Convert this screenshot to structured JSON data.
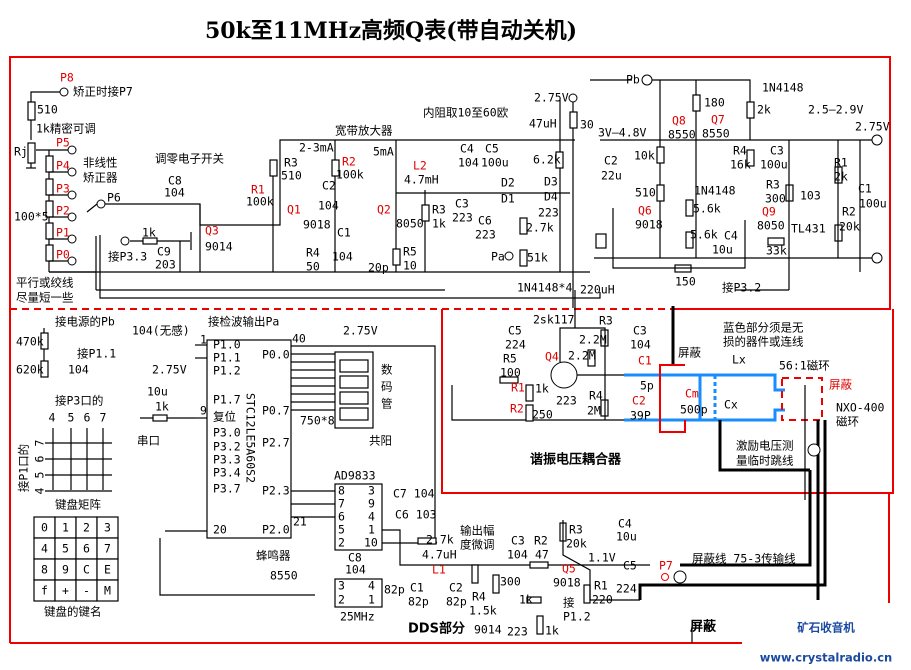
{
  "title": "50k至11MHz高频Q表(带自动关机)",
  "sections": {
    "coupler": "谐振电压耦合器",
    "dds": "DDS部分",
    "shield_bottom": "屏蔽"
  },
  "labels": {
    "p8": "P8",
    "p8_note": "矫正时接P7",
    "r510": "510",
    "rj_note": "1k精密可调",
    "rj": "Rj",
    "p5": "P5",
    "p4": "P4",
    "p3": "P3",
    "p2": "P2",
    "p1": "P1",
    "p0": "P0",
    "nonlin1": "非线性",
    "nonlin2": "矫正器",
    "r100x5": "100*5",
    "p6": "P6",
    "zero_switch": "调零电子开关",
    "c8": "C8",
    "c8v": "104",
    "r1k_a": "1k",
    "to_p33": "接P3.3",
    "c9": "C9",
    "c9v": "203",
    "q3": "Q3",
    "q3v": "9014",
    "twist1": "平行或绞线",
    "twist2": "尽量短一些",
    "r1a": "R1",
    "r1av": "100k",
    "r3a": "R3",
    "r3av": "510",
    "ma23": "2-3mA",
    "r2a": "R2",
    "r2av": "100k",
    "q1": "Q1",
    "q1v": "9018",
    "c2a": "C2",
    "c2av": "104",
    "c1a": "C1",
    "c1av": "104",
    "r4a": "R4",
    "r4av": "50",
    "wideband": "宽带放大器",
    "inner_r": "内阻取10至60欧",
    "ma5": "5mA",
    "l2": "L2",
    "l2v": "4.7mH",
    "q2": "Q2",
    "q2v": "8050",
    "r3b": "R3",
    "r3bv": "1k",
    "r5a": "R5",
    "r5av": "10",
    "c20p": "20p",
    "c3a": "C3",
    "c3av": "223",
    "c4a": "C4",
    "c4av": "104",
    "c5a": "C5",
    "c5av": "100u",
    "v275a": "2.75V",
    "l47": "47uH",
    "r30": "30",
    "r62": "6.2k",
    "d2": "D2",
    "d1": "D1",
    "d3": "D3",
    "d4": "D4",
    "c223d": "223",
    "c6a": "C6",
    "c6av": "223",
    "r27a": "2.7k",
    "pa": "Pa",
    "r51": "51k",
    "diodes": "1N4148*4",
    "l220": "220uH",
    "pb": "Pb",
    "d1n4148a": "1N4148",
    "r180": "180",
    "r2k": "2k",
    "q8": "Q8",
    "q8v": "8550",
    "q7": "Q7",
    "q7v": "8550",
    "vref": "2.5—2.9V",
    "v275out": "2.75V",
    "vbat": "3V—4.8V",
    "c2b": "C2",
    "c2bv": "22u",
    "r10k": "10k",
    "r4b": "R4",
    "r4bv": "16k",
    "c3b": "C3",
    "c3bv": "100u",
    "r1b": "R1",
    "r1bv": "2k",
    "d1n4148b": "1N4148",
    "r510b": "510",
    "r3c": "R3",
    "r3cv": "300",
    "c103": "103",
    "c1b": "C1",
    "c1bv": "100u",
    "q6": "Q6",
    "q6v": "9018",
    "r56a": "5.6k",
    "q9": "Q9",
    "q9v": "8050",
    "tl431": "TL431",
    "r2b": "R2",
    "r2bv": "20k",
    "r56b": "5.6k",
    "c4b": "C4",
    "c4bv": "10u",
    "r33k": "33k",
    "r150": "150",
    "to_p32": "接P3.2",
    "to_pb": "接电源的Pb",
    "r470k": "470k",
    "to_p11": "接P1.1",
    "r620k": "620k",
    "c104k": "104",
    "p3_port": "接P3口的",
    "col4": "4",
    "col5": "5",
    "col6": "6",
    "col7": "7",
    "p1_port": "接P1口的",
    "row7": "7",
    "row6": "6",
    "row5": "5",
    "row4": "4",
    "kb_matrix": "键盘矩阵",
    "kb_names": "键盘的键名",
    "c104nl": "104(无感)",
    "to_pa": "接检波输出Pa",
    "pin1": "1",
    "p10": "P1.0",
    "p11": "P1.1",
    "p12": "P1.2",
    "p17": "P1.7",
    "reset": "复位",
    "p30": "P3.0",
    "p32": "P3.2",
    "p33": "P3.3",
    "p34": "P3.4",
    "p37": "P3.7",
    "v275b": "2.75V",
    "c10u": "10u",
    "r1k_b": "1k",
    "pin9": "9",
    "serial": "串口",
    "pin40": "40",
    "p00": "P0.0",
    "p07": "P0.7",
    "v275c": "2.75V",
    "r750": "750*8",
    "seg1": "数",
    "seg2": "码",
    "seg3": "管",
    "common_anode": "共阳",
    "p27": "P2.7",
    "mcu": "STC12LE5A60S2",
    "ad9833": "AD9833",
    "p23": "P2.3",
    "c7": "C7 104",
    "pin20": "20",
    "p20": "P2.0",
    "pin21": "21",
    "a8": "8",
    "a7": "7",
    "a6": "6",
    "a5": "5",
    "a2": "2",
    "a3": "3",
    "a9": "9",
    "a4": "4",
    "a1": "1",
    "a10": "10",
    "c6b": "C6 103",
    "r27b": "2.7k",
    "l47u": "4.7uH",
    "l1": "L1",
    "buzzer": "蜂鸣器",
    "q8550": "8550",
    "c8b": "C8",
    "c8bv": "104",
    "x3": "3",
    "x4": "4",
    "x2": "2",
    "x1": "1",
    "xtal": "25MHz",
    "c82a": "82p",
    "c1c": "C1",
    "c1cv": "82p",
    "c2c": "C2",
    "c2cv": "82p",
    "amp1": "输出幅",
    "amp2": "度微调",
    "c3d": "C3",
    "c3dv": "104",
    "r2d": "R2",
    "r2dv": "47",
    "r3d": "R3",
    "r3dv": "20k",
    "q5": "Q5",
    "q5v": "9018",
    "v11": "1.1V",
    "c4d": "C4",
    "c4dv": "10u",
    "c5d": "C5",
    "c5dv": "224",
    "p7": "P7",
    "coax": "屏蔽线 75-3传输线",
    "r1d": "R1",
    "r1dv": "220",
    "r4d": "R4",
    "r4dv": "1.5k",
    "r300": "300",
    "r1k_c": "1k",
    "to_p12a": "接",
    "to_p12b": "P1.2",
    "q9014": "9014",
    "c223e": "223",
    "r1k_d": "1k",
    "sk117": "2sk117",
    "c5e": "C5",
    "c5ev": "224",
    "r3e": "R3",
    "r22a": "2.2M",
    "c3e": "C3",
    "c3ev": "104",
    "shield_a": "屏蔽",
    "blue_note1": "蓝色部分须是无",
    "blue_note2": "损的器件或连线",
    "q4": "Q4",
    "r22b": "2.2M",
    "c1e": "C1",
    "lx": "Lx",
    "ring": "56:1磁环",
    "shield_b": "屏蔽",
    "r5e": "R5",
    "r5ev": "100",
    "r1e": "R1",
    "r1ev": "1k",
    "c5p": "5p",
    "cm": "Cm",
    "cmv": "500p",
    "cx": "Cx",
    "c223f": "223",
    "r4e": "R4",
    "r4ev": "2M",
    "c2e": "C2",
    "c2ev": "39P",
    "r2e": "R2",
    "r2ev": "250",
    "nxo": "NXO-400",
    "nxo2": "磁环",
    "jumper1": "激励电压测",
    "jumper2": "量临时跳线"
  },
  "keypad": [
    "0",
    "1",
    "2",
    "3",
    "4",
    "5",
    "6",
    "7",
    "8",
    "9",
    "C",
    "E",
    "f",
    "+",
    "-",
    "M"
  ],
  "logo": {
    "name": "矿石收音机",
    "url": "www.crystalradio.cn"
  },
  "colors": {
    "border": "#e00000",
    "designator": "#e00000",
    "lossless": "#1a8cff",
    "logo": "#1a4aa0"
  }
}
